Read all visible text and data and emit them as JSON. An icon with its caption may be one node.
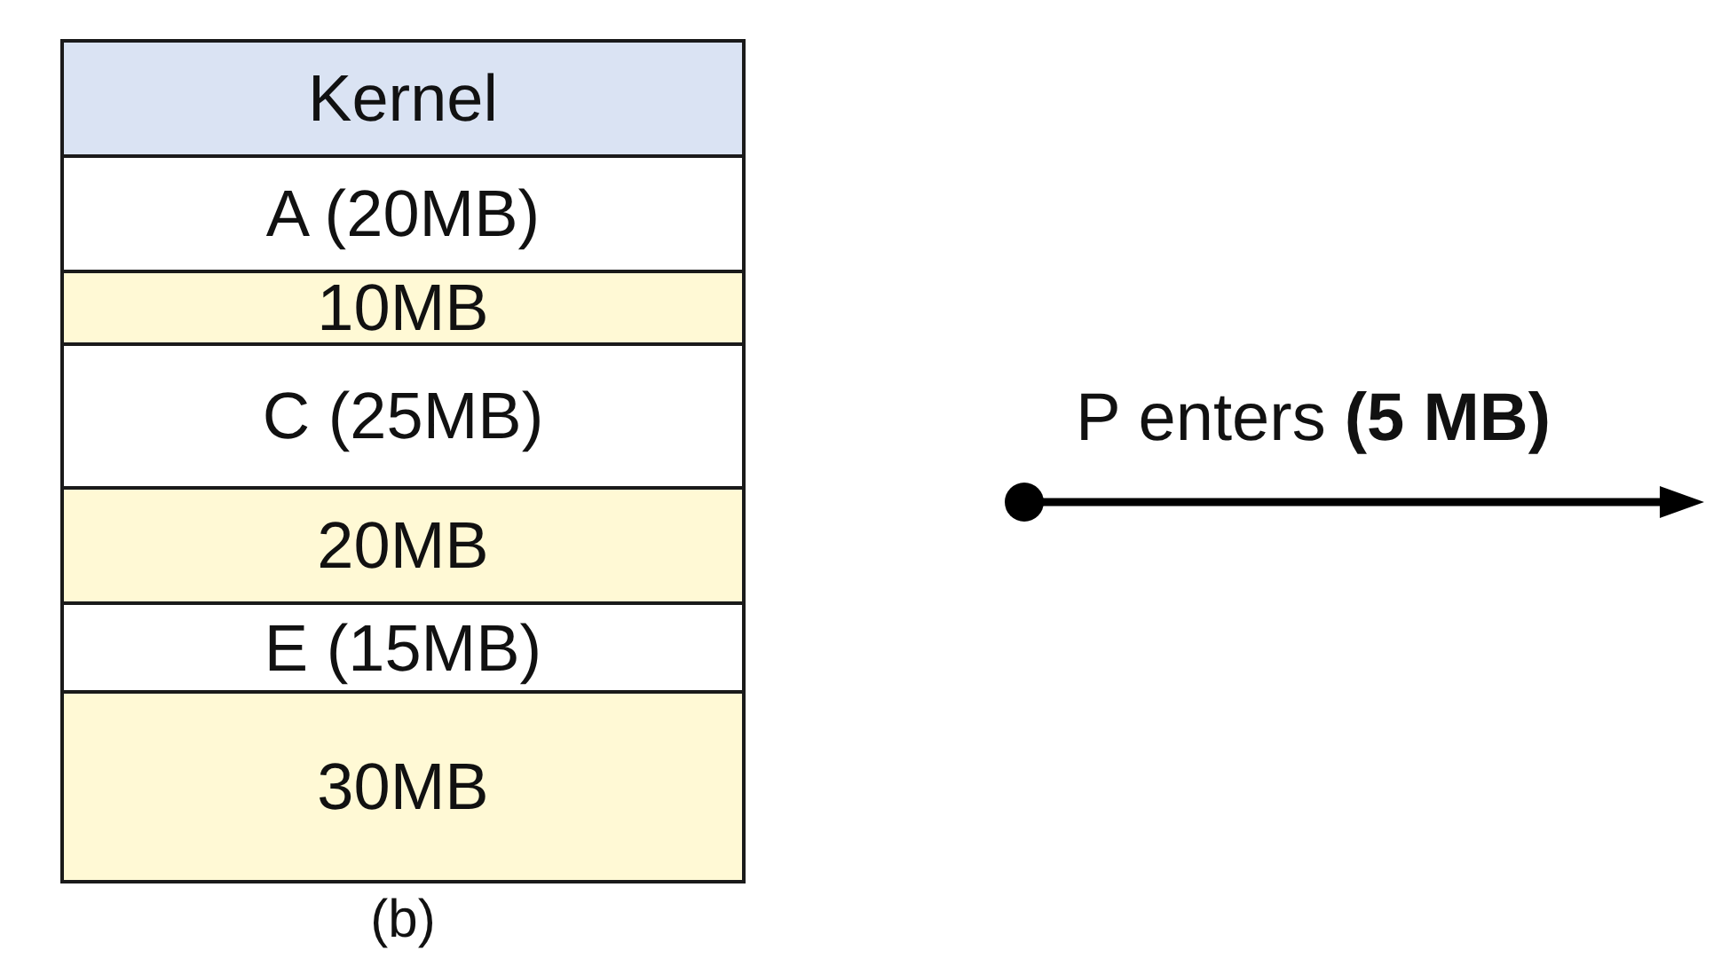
{
  "diagram": {
    "caption": "(b)",
    "nodes": [
      {
        "text": [
          "Kernel"
        ]
      },
      {
        "text": [
          "A (20MB)"
        ]
      },
      {
        "text": [
          "10MB"
        ]
      },
      {
        "text": [
          "C (25MB)"
        ]
      },
      {
        "text": [
          "20MB"
        ]
      },
      {
        "text": [
          "E (15MB)"
        ]
      },
      {
        "text": [
          "30MB"
        ]
      }
    ],
    "labels": [
      "P enters **(5 MB)**"
    ]
  }
}
